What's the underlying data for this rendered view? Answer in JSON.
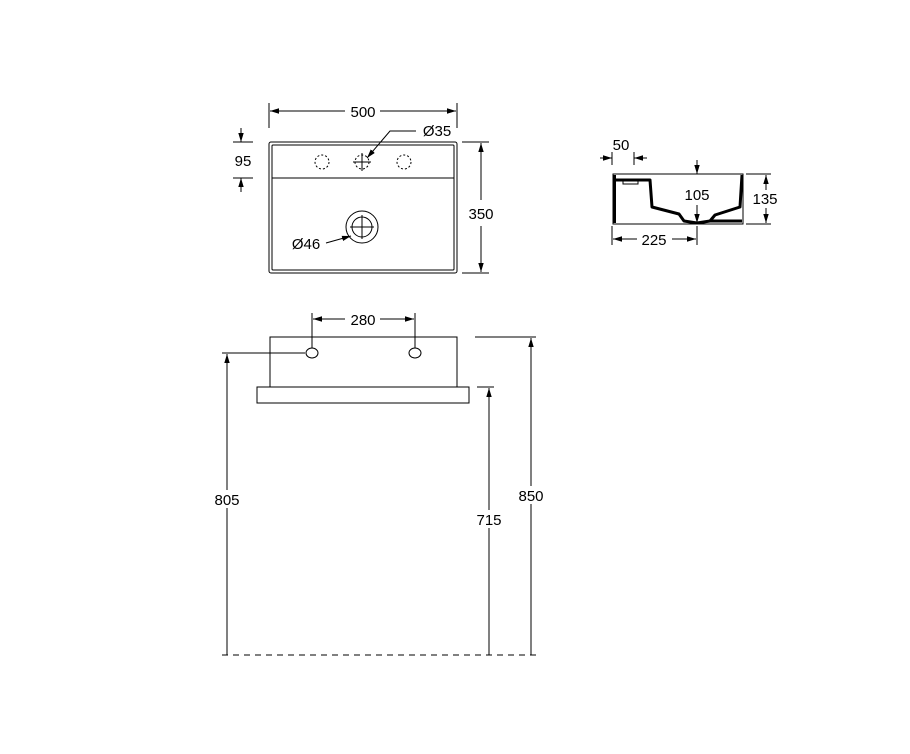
{
  "top_view": {
    "width_label": "500",
    "depth_label": "350",
    "deck_label": "95",
    "tap_hole_label": "Ø35",
    "drain_label": "Ø46"
  },
  "side_view": {
    "rim_label": "50",
    "bowl_depth_label": "105",
    "height_label": "135",
    "drain_offset_label": "225"
  },
  "front_view": {
    "fixing_spacing_label": "280",
    "fixing_height_label": "805",
    "rim_height_label": "715",
    "top_height_label": "850"
  },
  "colors": {
    "line": "#000000",
    "background": "#ffffff"
  }
}
